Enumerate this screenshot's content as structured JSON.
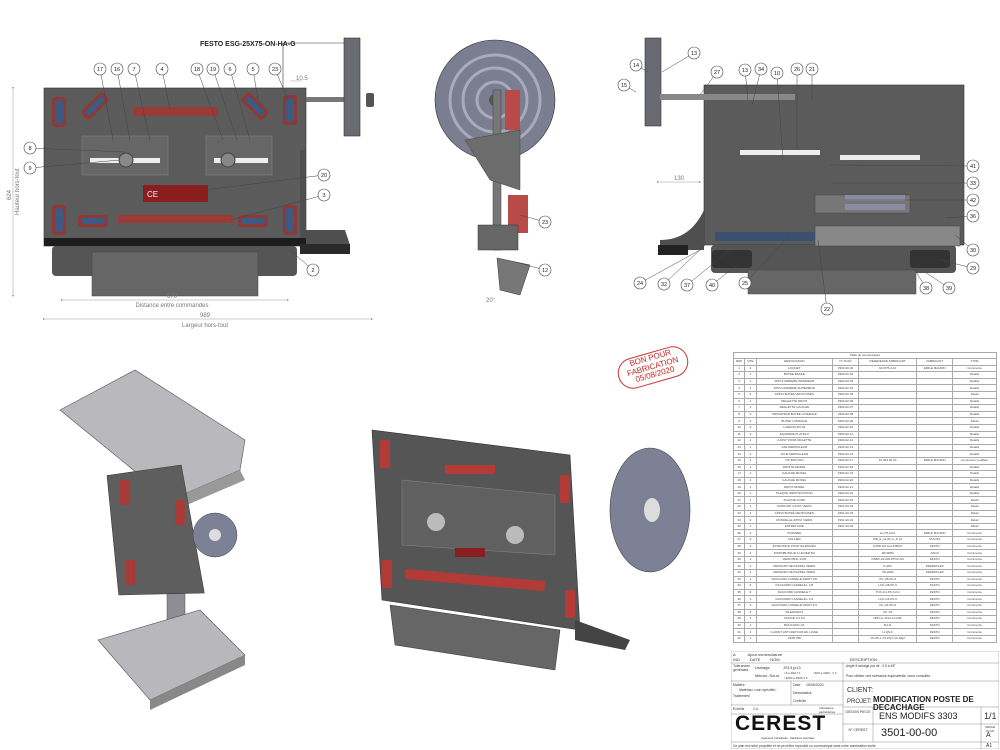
{
  "front_view": {
    "actuator_label": "FESTO ESG-25X75-ON-HA-G",
    "dim_offset": "10.5",
    "dim_height": "624",
    "dim_height_label": "Hauteur hors-tout",
    "dim_controls": "670",
    "dim_controls_label": "Distance entre commandes",
    "dim_width": "989",
    "dim_width_label": "Largeur hors-tout",
    "callouts": [
      "17",
      "16",
      "7",
      "4",
      "18",
      "19",
      "6",
      "5",
      "23",
      "8",
      "9",
      "20",
      "3",
      "2"
    ]
  },
  "side_view": {
    "angle": "20°",
    "callouts": [
      "23",
      "12"
    ]
  },
  "rear_view": {
    "dim_offset": "130",
    "callouts": [
      "14",
      "13",
      "15",
      "27",
      "13",
      "34",
      "10",
      "26",
      "21",
      "41",
      "33",
      "42",
      "36",
      "30",
      "29",
      "39",
      "38",
      "22",
      "25",
      "40",
      "37",
      "32",
      "24"
    ]
  },
  "stamp": {
    "line1": "BON POUR",
    "line2": "FABRICATION",
    "date": "05/08/2020"
  },
  "bom": {
    "caption": "Table de nomenclature",
    "headers": [
      "REP",
      "QTE",
      "DESIGNATION",
      "N° PLAN",
      "REFERENCE FABRICANT",
      "FABRICANT",
      "TYPE"
    ],
    "rows": [
      [
        "1",
        "2",
        "LOQUET",
        "3303-00-00",
        "GN 875-4-10",
        "EMILE MAURIN",
        "Commerce"
      ],
      [
        "2",
        "1",
        "BUTEE BASSE",
        "3303-02-02",
        "",
        "",
        "Details"
      ],
      [
        "3",
        "1",
        "APPUI ARRIERE INFERIEUR",
        "3303-02-03",
        "",
        "",
        "Details"
      ],
      [
        "4",
        "1",
        "APPUI ARRIERE SUPERIEUR",
        "3303-02-04",
        "",
        "",
        "Details"
      ],
      [
        "5",
        "4",
        "APPUI BUTEE VENTOUSES",
        "3303-02-05",
        "",
        "",
        "Detail"
      ],
      [
        "6",
        "1",
        "REGLETTE DROIT",
        "3303-02-06",
        "",
        "",
        "Details"
      ],
      [
        "7",
        "1",
        "REGLETTE GAUCHE",
        "3303-02-07",
        "",
        "",
        "Details"
      ],
      [
        "8",
        "2",
        "INDICATEUR BUTEE LATERALE",
        "3303-02-08",
        "",
        "",
        "Details"
      ],
      [
        "9",
        "2",
        "BUTEE LATERALE",
        "3303-02-09",
        "",
        "",
        "Detail"
      ],
      [
        "10",
        "2",
        "LARDON EN TE",
        "3303-02-10",
        "",
        "",
        "Details"
      ],
      [
        "11",
        "2",
        "EQUERRE PLATEAU",
        "3303-02-11",
        "",
        "",
        "Details"
      ],
      [
        "12",
        "1",
        "AJUST POUR MOLETTE",
        "3303-02-12",
        "",
        "",
        "Details"
      ],
      [
        "13",
        "1",
        "AXE DEROULEUR",
        "3303-02-13",
        "",
        "",
        "Details"
      ],
      [
        "14",
        "1",
        "JOUE DEROULEUR",
        "3303-02-14",
        "",
        "",
        "Details"
      ],
      [
        "15",
        "1",
        "VIS BOUTON",
        "3303-02-17",
        "10 303 00 00",
        "EMILE MAURIN",
        "Commerce modifiée"
      ],
      [
        "16",
        "1",
        "DROITE MODEL",
        "3303-02-18",
        "",
        "",
        "Details"
      ],
      [
        "17",
        "1",
        "GAUCHE MODEL",
        "3303-02-19",
        "",
        "",
        "Details"
      ],
      [
        "18",
        "1",
        "GAUCHE MODEL",
        "3303-02-20",
        "",
        "",
        "Details"
      ],
      [
        "19",
        "1",
        "DROIT MODEL",
        "3303-02-21",
        "",
        "",
        "Details"
      ],
      [
        "20",
        "1",
        "PLAQUE IDENTIFICATION",
        "3303-02-22",
        "",
        "",
        "Details"
      ],
      [
        "21",
        "1",
        "PLAQUE FOND",
        "3303-02-23",
        "",
        "",
        "Detail"
      ],
      [
        "22",
        "1",
        "SUPPORT AJUST VERIN",
        "3301-00-02",
        "",
        "",
        "Detail"
      ],
      [
        "23",
        "4",
        "APPUI BUTEE VENTOUSES",
        "3301-00-03",
        "",
        "",
        "Detail"
      ],
      [
        "24",
        "2",
        "RONDELLE APPUI VERIN",
        "3301-00-04",
        "",
        "",
        "Detail"
      ],
      [
        "25",
        "1",
        "ENTRETOISE",
        "3301-00-05",
        "",
        "",
        "Detail"
      ],
      [
        "26",
        "2",
        "POIGNEE",
        "",
        "H-175-20-6",
        "EMILE MAURIN",
        "Commerce"
      ],
      [
        "27",
        "2",
        "COLLIER",
        "",
        "WR_E_pk-6b-m_ff_k1",
        "STAUFF",
        "Commerce"
      ],
      [
        "28",
        "2",
        "EXTENSION POUR SILENCIEU",
        "",
        "LCM8-1/8 Led 338437",
        "FESTO",
        "Commerce"
      ],
      [
        "29",
        "2",
        "DISTRIBUTEUR A LEVIER 5/2",
        "",
        "9010080",
        "ASCO",
        "Commerce"
      ],
      [
        "30",
        "1",
        "VERIN BNC 1/3/0",
        "",
        "DSBC-32-200-PPVA-N3",
        "FESTO",
        "Commerce"
      ],
      [
        "31",
        "1",
        "RESSORT DE RAPPEL VERIN",
        "",
        "D-209",
        "FERROFLEX",
        "Commerce"
      ],
      [
        "32",
        "1",
        "RESSORT DE RAPPEL VERIN",
        "",
        "VD-2084",
        "FERROFLEX",
        "Commerce"
      ],
      [
        "33",
        "1",
        "RACCORD CANNELE DROIT 1/8",
        "",
        "CK-1/8-PK-6",
        "FESTO",
        "Commerce"
      ],
      [
        "34",
        "6",
        "RACCORD CANNELE L 1/8",
        "",
        "LCK-1/8-PK-6",
        "FESTO",
        "Commerce"
      ],
      [
        "35",
        "6",
        "RACCORD CANNELE T",
        "",
        "TCK-1/4-PK-6-KU",
        "FESTO",
        "Commerce"
      ],
      [
        "36",
        "6",
        "RACCORD CANNELE L 1/4",
        "",
        "LCK-1/4-PK-6",
        "FESTO",
        "Commerce"
      ],
      [
        "37",
        "3",
        "RACCORD CANNELE DROIT 1/4",
        "",
        "CK-1/4-PK-6",
        "FESTO",
        "Commerce"
      ],
      [
        "38",
        "3",
        "SILENCIEUX",
        "",
        "UC-1/4",
        "FESTO",
        "Commerce"
      ],
      [
        "39",
        "3",
        "COUDE 1/4 1/4",
        "",
        "NPFC-L-R14-2-N-MF",
        "FESTO",
        "Commerce"
      ],
      [
        "40",
        "1",
        "BOUCHON 1/4",
        "",
        "B-1/4",
        "FESTO",
        "Commerce"
      ],
      [
        "41",
        "1",
        "CLAPET ANTI-RETOUR EN LIGNE",
        "",
        "H-QS-6",
        "FESTO",
        "Commerce"
      ],
      [
        "42",
        "1",
        "VENTURI",
        "",
        "VN-05-L-T3-PQ1-VA-RQ2",
        "FESTO",
        "Commerce"
      ]
    ]
  },
  "title_block": {
    "rev_headers": [
      "IND",
      "DATE",
      "NOM",
      "DESCRIPTION"
    ],
    "rev_index": "A",
    "rev_text": "Ajout nomenclature",
    "tolerances_label": "Tolérances générales",
    "usinage_label": "Usinage",
    "usinage_value": "JS13 js13",
    "mecano_label": "Mécan.-Soud.",
    "mecano_value1": "<3 ≤ 400   ± 1",
    "mecano_value2": ">1000 ≤ 2000 ± 3",
    "mecano_value3": ">400 ≤ 1000 : ± 2",
    "angle_label": "Angle d'usinage par dé : 0.5 à 45°",
    "usage_text": "Pour utiliser une tolérance équivalente, nous consulter",
    "matiere_label": "Matière",
    "matiere_value": "Matériau <non spécifié>",
    "traitement_label": "Traitement",
    "date_label": "Date",
    "date_value": "15/05/2020",
    "dessinateur_label": "Dessinateur",
    "controle_label": "Contrôle",
    "echelle_label": "Echelle",
    "echelle_value": "1:4",
    "indications_label": "Indications particulières",
    "client_label": "CLIENT:",
    "projet_label": "PROJET:",
    "projet_value_1": "MODIFICATION POSTE DE",
    "projet_value_2": "DECACHAGE",
    "logo": "CEREST",
    "logo_sub": "Ingénierie Industrielle - Machines spéciales",
    "design_label": "DESIGN PIECE",
    "design_value": "ENS MODIFS 3303",
    "num_label": "N° CEREST",
    "num_value": "3501-00-00",
    "sheet": "1/1",
    "index_label": "INDICE PLAN",
    "index_value": "A",
    "format": "A1",
    "footer": "Ce plan est notre propriété et ne peut être reproduit ou communiqué sans notre autorisation écrite"
  }
}
